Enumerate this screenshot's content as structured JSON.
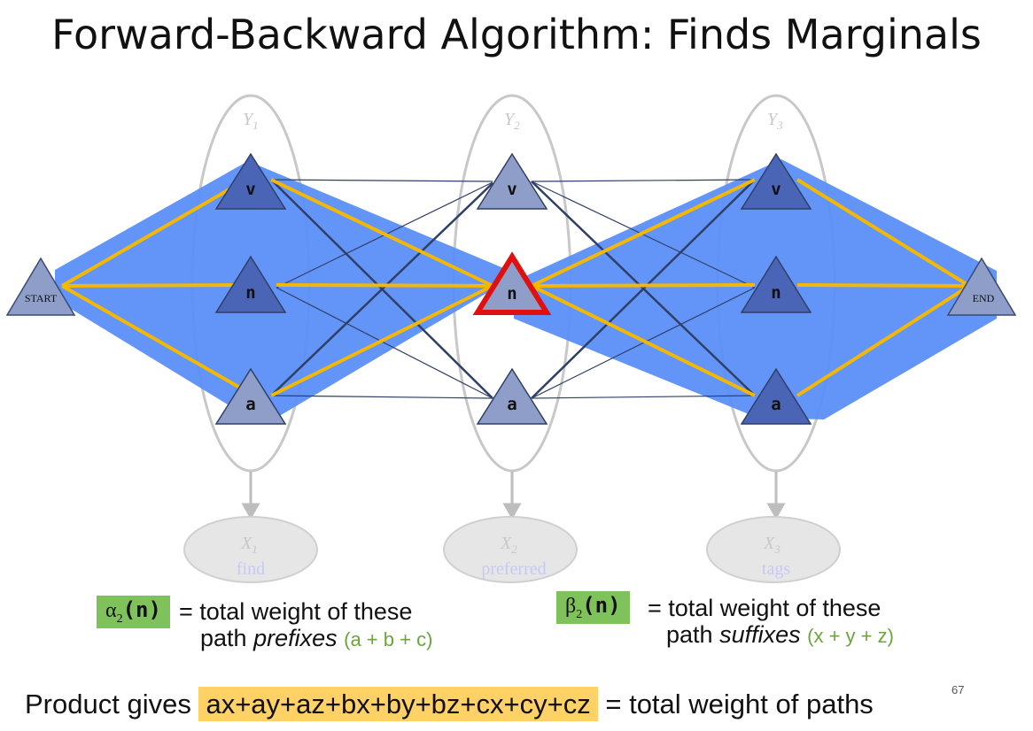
{
  "title": "Forward-Backward Algorithm: Finds Marginals",
  "columns": [
    {
      "y_label": "Y",
      "y_sub": "1",
      "x_label": "X",
      "x_sub": "1",
      "word": "find"
    },
    {
      "y_label": "Y",
      "y_sub": "2",
      "x_label": "X",
      "x_sub": "2",
      "word": "preferred"
    },
    {
      "y_label": "Y",
      "y_sub": "3",
      "x_label": "X",
      "x_sub": "3",
      "word": "tags"
    }
  ],
  "nodes": {
    "start": "START",
    "end": "END",
    "states": [
      "v",
      "n",
      "a"
    ]
  },
  "alpha": {
    "symbol": "α",
    "sub": "2",
    "arg": "(n)",
    "text1": "= total weight of these",
    "text2a": "path ",
    "text2b": "prefixes",
    "expr": "(a + b + c)"
  },
  "beta": {
    "symbol": "β",
    "sub": "2",
    "arg": "(n)",
    "text1": "= total weight of these",
    "text2a": "path ",
    "text2b": "suffixes",
    "expr": "(x + y + z)"
  },
  "product": {
    "prefix": "Product gives",
    "expr": "ax+ay+az+bx+by+bz+cx+cy+cz",
    "suffix": "= total weight of paths"
  },
  "page_number": "67",
  "colors": {
    "highlight_blue": "#5b8ff9",
    "path_orange": "#f5b800",
    "node_fill": "#8f9ec8",
    "node_dark": "#4a65b5",
    "selected_border": "#e01010",
    "ellipse_gray": "#c8c8c8",
    "green_box": "#7fc15a",
    "green_text": "#6aa63a",
    "yellow_highlight": "#ffd166"
  }
}
